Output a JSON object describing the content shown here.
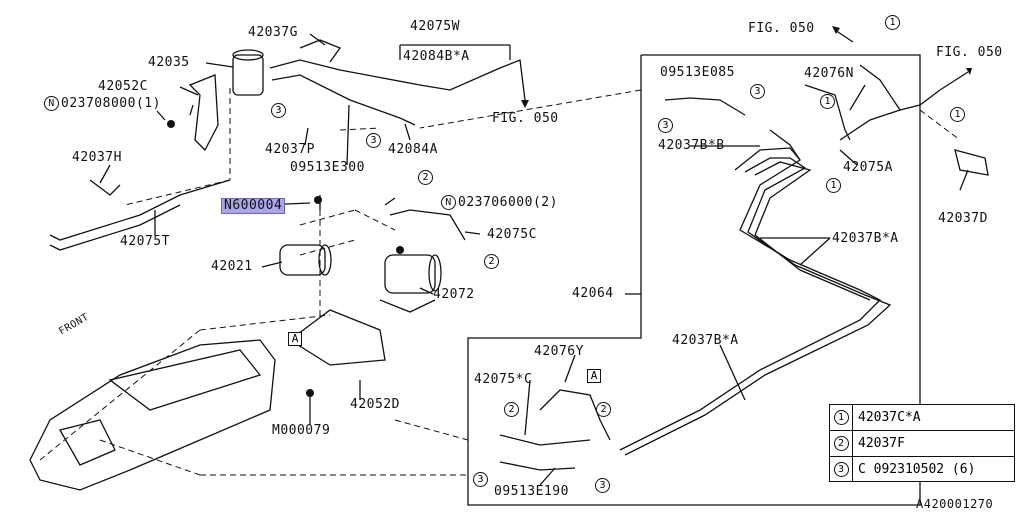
{
  "diagram": {
    "code": "A420001270",
    "highlighted_part": "N600004",
    "parts": {
      "p42037G": "42037G",
      "p42075W": "42075W",
      "p42084BA": "42084B*A",
      "p42035": "42035",
      "p42052C": "42052C",
      "p023708000": "023708000(1)",
      "fig050_top": "FIG. 050",
      "fig050_mid": "FIG. 050",
      "fig050_right": "FIG. 050",
      "p42037P": "42037P",
      "p09513E300": "09513E300",
      "p42084A": "42084A",
      "p42037H": "42037H",
      "p42075T": "42075T",
      "p023706000": "023706000(2)",
      "p42075C": "42075C",
      "p42021": "42021",
      "p42072": "42072",
      "p42052D": "42052D",
      "pM000079": "M000079",
      "p09513E085": "09513E085",
      "p42076N": "42076N",
      "p42037BB": "42037B*B",
      "p42075A": "42075A",
      "p42037D": "42037D",
      "p42037BA_1": "42037B*A",
      "p42064": "42064",
      "p42037BA_2": "42037B*A",
      "p42076Y": "42076Y",
      "p42075C2": "42075*C",
      "p09513E190": "09513E190",
      "front": "FRONT"
    },
    "callouts": {
      "one": "1",
      "two": "2",
      "three": "3",
      "n": "N",
      "a": "A"
    },
    "legend": [
      {
        "key": "1",
        "value": "42037C*A"
      },
      {
        "key": "2",
        "value": "42037F"
      },
      {
        "key": "3",
        "value": "C 092310502 (6)"
      }
    ]
  }
}
